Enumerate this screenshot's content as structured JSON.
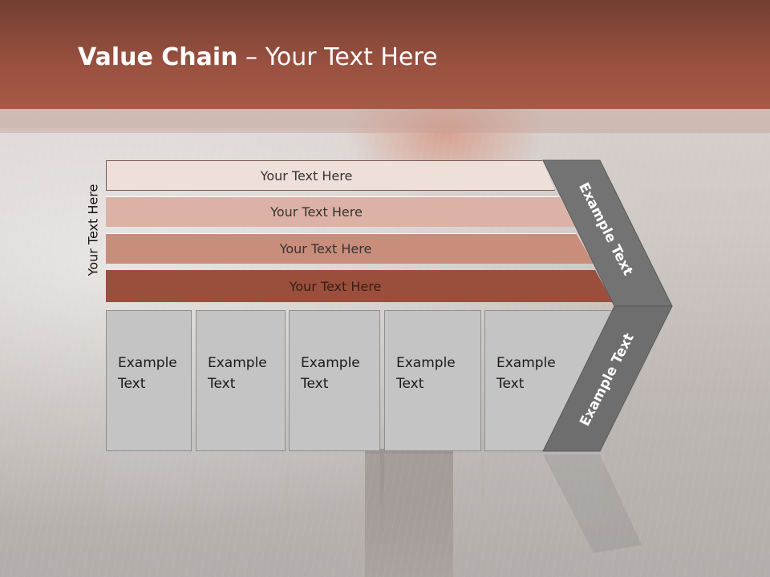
{
  "title": {
    "bold": "Value Chain",
    "rest": " – Your Text Here"
  },
  "side_label": "Your Text Here",
  "bars": [
    {
      "label": "Your Text Here"
    },
    {
      "label": "Your Text Here"
    },
    {
      "label": "Your Text Here"
    },
    {
      "label": "Your Text Here"
    }
  ],
  "columns": [
    {
      "line1": "Example",
      "line2": "Text"
    },
    {
      "line1": "Example",
      "line2": "Text"
    },
    {
      "line1": "Example",
      "line2": "Text"
    },
    {
      "line1": "Example",
      "line2": "Text"
    },
    {
      "line1": "Example",
      "line2": "Text"
    }
  ],
  "chevron": {
    "upper_label": "Example Text",
    "lower_label": "Example Text"
  },
  "colors": {
    "header": "#9a5140",
    "chevron": "#727272",
    "columns": "#c4c4c4"
  }
}
